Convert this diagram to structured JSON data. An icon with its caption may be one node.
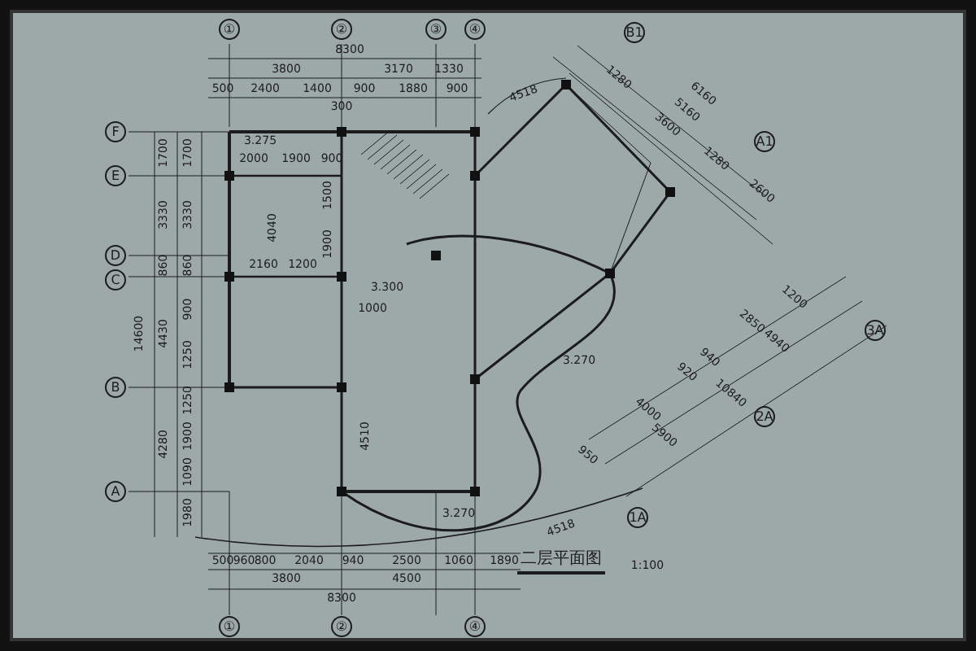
{
  "diagram": {
    "title": "二层平面图",
    "labels": [
      "①",
      "②",
      "③",
      "④",
      "B1",
      "8300",
      "3800",
      "3170",
      "1330",
      "500",
      "2400",
      "1400",
      "900",
      "1880",
      "900",
      "300",
      "6160",
      "5160",
      "3600",
      "1280",
      "1280",
      "4518",
      "A1",
      "2600",
      "F",
      "E",
      "3.275",
      "2000",
      "1900",
      "900",
      "1700",
      "1700",
      "3330",
      "3330",
      "4040",
      "1500",
      "1900",
      "D",
      "2160",
      "1200",
      "C",
      "860",
      "860",
      "3.300",
      "1000",
      "1200",
      "14600",
      "4430",
      "900",
      "1250",
      "B",
      "2850",
      "4940",
      "920",
      "940",
      "1250",
      "10840",
      "4000",
      "2A",
      "4280",
      "1900",
      "4510",
      "5900",
      "1090",
      "950",
      "A",
      "3.270",
      "3.270",
      "1A",
      "1980",
      "4518",
      "3A",
      "500",
      "960",
      "800",
      "2040",
      "940",
      "2500",
      "1060",
      "1890",
      "3800",
      "4500",
      "8300",
      "①",
      "②",
      "④",
      "1:100"
    ]
  }
}
